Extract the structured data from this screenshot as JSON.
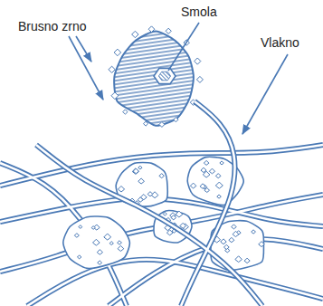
{
  "diagram": {
    "labels": [
      "Brusno zrno",
      "Smola",
      "Vlakno"
    ]
  }
}
